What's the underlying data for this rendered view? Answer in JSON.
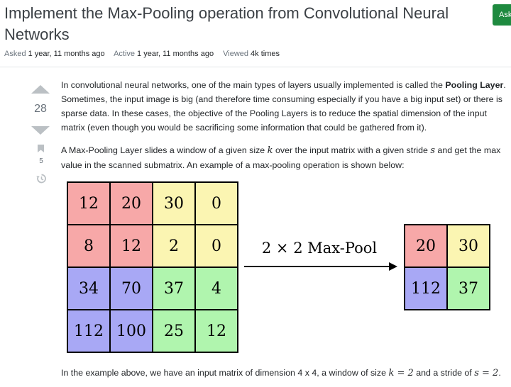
{
  "question": {
    "title": "Implement the Max-Pooling operation from Convolutional Neural Networks",
    "ask_button": "Ask",
    "meta": {
      "asked_label": "Asked",
      "asked_value": "1 year, 11 months ago",
      "active_label": "Active",
      "active_value": "1 year, 11 months ago",
      "viewed_label": "Viewed",
      "viewed_value": "4k times"
    }
  },
  "votes": {
    "count": "28",
    "bookmarks": "5"
  },
  "body": {
    "p1_before": "In convolutional neural networks, one of the main types of layers usually implemented is called the ",
    "p1_bold": "Pooling Layer",
    "p1_after": ". Sometimes, the input image is big (and therefore time consuming especially if you have a big input set) or there is sparse data. In these cases, the objective of the Pooling Layers is to reduce the spatial dimension of the input matrix (even though you would be sacrificing some information that could be gathered from it).",
    "p2_a": "A Max-Pooling Layer slides a window of a given size ",
    "p2_k": "k",
    "p2_b": " over the input matrix with a given stride ",
    "p2_s": "s",
    "p2_c": " and get the max value in the scanned submatrix. An example of a max-pooling operation is shown below:",
    "p3_a": "In the example above, we have an input matrix of dimension 4 x 4, a window of size ",
    "p3_k": "k = 2",
    "p3_b": " and a stride of ",
    "p3_s": "s = 2",
    "p3_c": "."
  },
  "figure": {
    "input": [
      [
        "12",
        "20",
        "30",
        "0"
      ],
      [
        "8",
        "12",
        "2",
        "0"
      ],
      [
        "34",
        "70",
        "37",
        "4"
      ],
      [
        "112",
        "100",
        "25",
        "12"
      ]
    ],
    "operation_label": "2 × 2 Max-Pool",
    "output": [
      [
        "20",
        "30"
      ],
      [
        "112",
        "37"
      ]
    ],
    "colors": {
      "red": "#f7a8a8",
      "yellow": "#fbf5b2",
      "blue": "#a8a8f5",
      "green": "#b0f5ae"
    }
  }
}
